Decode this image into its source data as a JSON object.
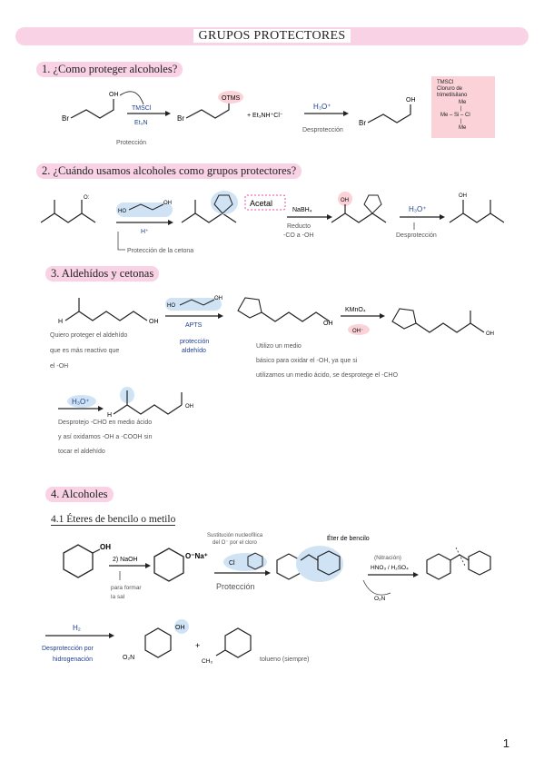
{
  "header": {
    "title": "GRUPOS PROTECTORES"
  },
  "sections": {
    "s1": "1. ¿Como proteger alcoholes?",
    "s2": "2. ¿Cuándo usamos alcoholes como grupos protectores?",
    "s3": "3. Aldehídos y cetonas",
    "s4": "4. Alcoholes",
    "s41": "4.1 Éteres de bencilo o metilo"
  },
  "s1": {
    "oh": "OH",
    "br1": "Br",
    "reagent_top": "TMSCl",
    "reagent_bottom": "Et₃N",
    "otms": "OTMS",
    "br2": "Br",
    "byproduct": "+ Et₃NH⁺Cl⁻",
    "acid": "H₃O⁺",
    "deprot": "Desprotección",
    "br3": "Br",
    "oh2": "OH",
    "protection": "Protección",
    "note_lines": [
      "TMSCl",
      "Cloruro de",
      "trimetilsilano",
      "Me",
      "|",
      "Me – Si – Cl",
      "|",
      "Me"
    ]
  },
  "s2": {
    "ho": "HO",
    "oh": "OH",
    "hplus": "H⁺",
    "o_label": "O:",
    "acetal": "Acetal",
    "nabh4": "NaBH₄",
    "reduct": "Reducto",
    "reduct_sub": "-CO a -OH",
    "oh2": "OH",
    "acid": "H₃O⁺",
    "deprot": "Desprotección",
    "oh3": "OH",
    "protection_ketone": "Protección de la cetona"
  },
  "s3": {
    "h": "H",
    "oh": "OH",
    "ho": "HO",
    "oh_r": "OH",
    "apts": "APTS",
    "prot": "protección",
    "prot2": "aldehído",
    "oh_prod": "OH",
    "kmno4": "KMnO₄",
    "ohm": "OH⁻",
    "oh_acid": "OH",
    "note1": [
      "Quiero proteger el aldehído",
      "que es más reactivo que",
      "el -OH"
    ],
    "note2": [
      "Utilizo un medio",
      "básico para oxidar el -OH, ya que si",
      "utilizamos un medio ácido, se desprotege el -CHO"
    ],
    "acid": "H₃O⁺",
    "h2": "H",
    "oh2": "OH",
    "note3": [
      "Desprotejo -CHO en medio ácido",
      "y así oxidamos -OH a -COOH sin",
      "tocar el aldehído"
    ]
  },
  "s41": {
    "oh": "OH",
    "naoh": "2) NaOH",
    "para": [
      "para formar",
      "la sal"
    ],
    "ona": "O⁻Na⁺",
    "sn": [
      "Sustitución nucleofílica",
      "del O⁻ por el cloro"
    ],
    "cl": "Cl",
    "prot": "Protección",
    "eter": "Éter de bencilo",
    "nitracion": "(Nitración)",
    "hno3": "HNO₃ / H₂SO₄",
    "o2n": "O₂N",
    "h2": "H₂",
    "deprot": [
      "Desprotección por",
      "hidrogenación"
    ],
    "o2n2": "O₂N",
    "oh2": "OH",
    "plus": "+",
    "ch3": "CH₃",
    "tolueno": "tolueno (siempre)"
  },
  "footer": {
    "page": "1"
  },
  "colors": {
    "pink": "#f9d3e5",
    "blue_highlight": "#cfe3f5",
    "note_pink": "#fbd2d8",
    "ink_blue": "#1f3f8f"
  }
}
